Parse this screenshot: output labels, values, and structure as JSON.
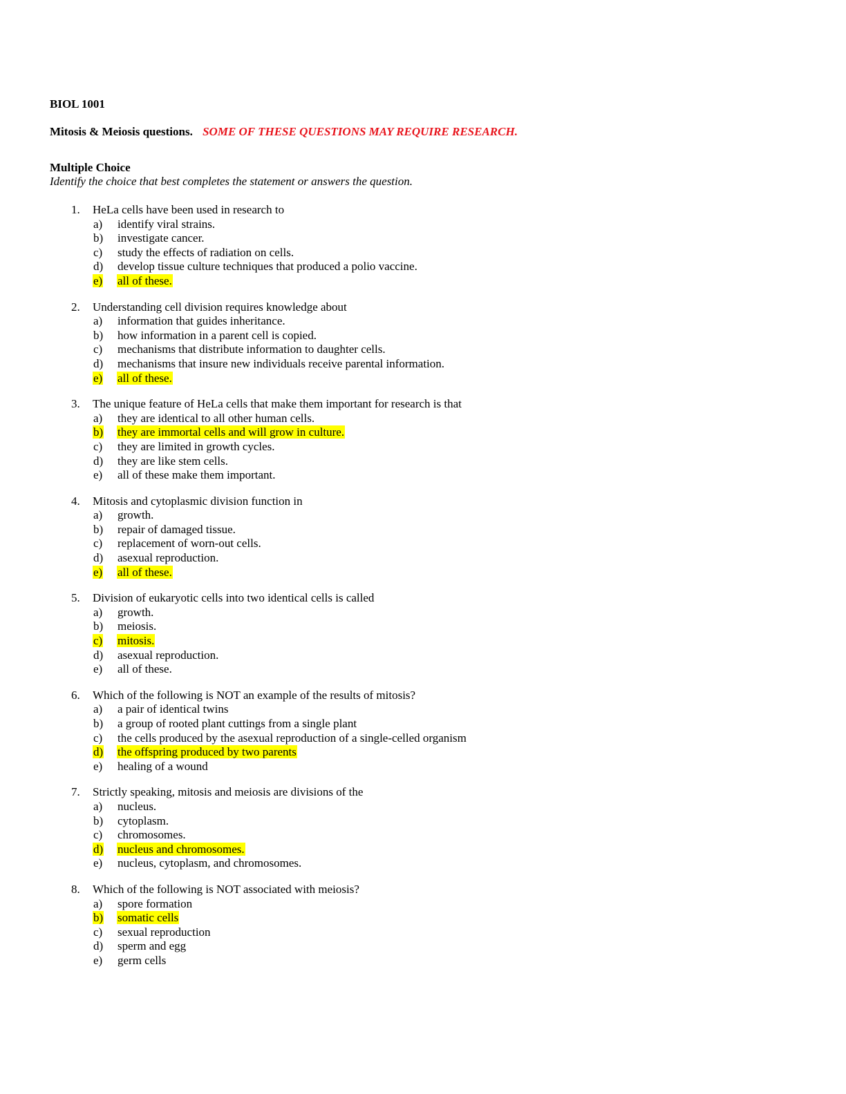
{
  "course": "BIOL 1001",
  "heading": {
    "title": "Mitosis & Meiosis questions.",
    "warning": "SOME OF THESE QUESTIONS MAY REQUIRE RESEARCH."
  },
  "section": {
    "title": "Multiple Choice",
    "instructions": "Identify the choice that best completes the statement or answers the question."
  },
  "highlight_color": "#ffff00",
  "warning_color": "#e8141c",
  "questions": [
    {
      "number": "1.",
      "text": "HeLa cells have been used in research to",
      "answer": 4,
      "options": [
        {
          "letter": "a)",
          "text": "identify viral strains."
        },
        {
          "letter": "b)",
          "text": "investigate cancer."
        },
        {
          "letter": "c)",
          "text": "study the effects of radiation on cells."
        },
        {
          "letter": "d)",
          "text": "develop tissue culture techniques that produced a polio vaccine."
        },
        {
          "letter": "e)",
          "text": "all of these."
        }
      ]
    },
    {
      "number": "2.",
      "text": "Understanding cell division requires knowledge about",
      "answer": 4,
      "options": [
        {
          "letter": "a)",
          "text": "information that guides inheritance."
        },
        {
          "letter": "b)",
          "text": "how information in a parent cell is copied."
        },
        {
          "letter": "c)",
          "text": "mechanisms that distribute information to daughter cells."
        },
        {
          "letter": "d)",
          "text": "mechanisms that insure new individuals receive parental information."
        },
        {
          "letter": "e)",
          "text": "all of these."
        }
      ]
    },
    {
      "number": "3.",
      "text": "The unique feature of HeLa cells that make them important for research is that",
      "answer": 1,
      "options": [
        {
          "letter": "a)",
          "text": "they are identical to all other human cells."
        },
        {
          "letter": "b)",
          "text": "they are immortal cells and will grow in culture."
        },
        {
          "letter": "c)",
          "text": "they are limited in growth cycles."
        },
        {
          "letter": "d)",
          "text": "they are like stem cells."
        },
        {
          "letter": "e)",
          "text": "all of these make them important."
        }
      ]
    },
    {
      "number": "4.",
      "text": "Mitosis and cytoplasmic division function in",
      "answer": 4,
      "options": [
        {
          "letter": "a)",
          "text": "growth."
        },
        {
          "letter": "b)",
          "text": "repair of damaged tissue."
        },
        {
          "letter": "c)",
          "text": "replacement of worn-out cells."
        },
        {
          "letter": "d)",
          "text": "asexual reproduction."
        },
        {
          "letter": "e)",
          "text": "all of these."
        }
      ]
    },
    {
      "number": "5.",
      "text": "Division of eukaryotic cells into two identical cells is called",
      "answer": 2,
      "options": [
        {
          "letter": "a)",
          "text": "growth."
        },
        {
          "letter": "b)",
          "text": "meiosis."
        },
        {
          "letter": "c)",
          "text": "mitosis."
        },
        {
          "letter": "d)",
          "text": "asexual reproduction."
        },
        {
          "letter": "e)",
          "text": "all of these."
        }
      ]
    },
    {
      "number": "6.",
      "text": "Which of the following is NOT an example of the results of mitosis?",
      "answer": 3,
      "options": [
        {
          "letter": "a)",
          "text": "a pair of identical twins"
        },
        {
          "letter": "b)",
          "text": "a group of rooted plant cuttings from a single plant"
        },
        {
          "letter": "c)",
          "text": "the cells produced by the asexual reproduction of a single-celled organism"
        },
        {
          "letter": "d)",
          "text": "the offspring produced by two parents"
        },
        {
          "letter": "e)",
          "text": "healing of a wound"
        }
      ]
    },
    {
      "number": "7.",
      "text": "Strictly speaking, mitosis and meiosis are divisions of the",
      "answer": 3,
      "options": [
        {
          "letter": "a)",
          "text": "nucleus."
        },
        {
          "letter": "b)",
          "text": "cytoplasm."
        },
        {
          "letter": "c)",
          "text": "chromosomes."
        },
        {
          "letter": "d)",
          "text": "nucleus and chromosomes."
        },
        {
          "letter": "e)",
          "text": "nucleus, cytoplasm, and chromosomes."
        }
      ]
    },
    {
      "number": "8.",
      "text": "Which of the following is NOT associated with meiosis?",
      "answer": 1,
      "options": [
        {
          "letter": "a)",
          "text": "spore formation"
        },
        {
          "letter": "b)",
          "text": "somatic cells"
        },
        {
          "letter": "c)",
          "text": "sexual reproduction"
        },
        {
          "letter": "d)",
          "text": "sperm and egg"
        },
        {
          "letter": "e)",
          "text": "germ cells"
        }
      ]
    }
  ]
}
